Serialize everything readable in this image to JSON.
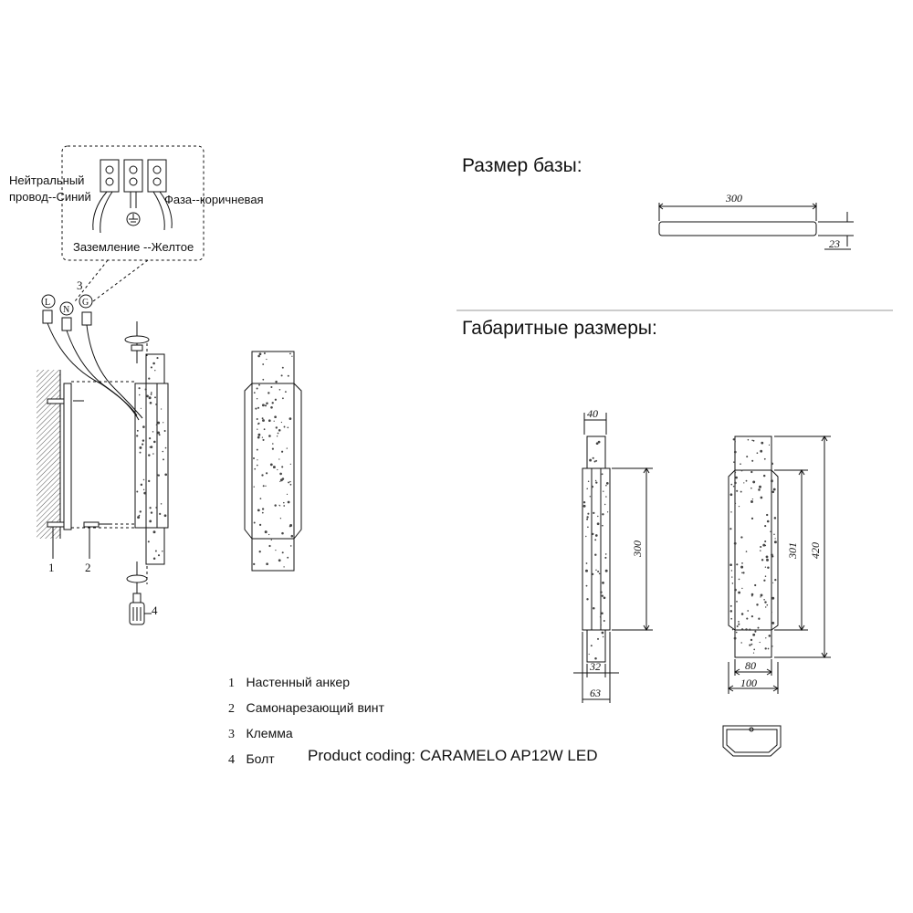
{
  "headings": {
    "base_size": "Размер базы:",
    "overall_dimensions": "Габаритные размеры:"
  },
  "wiring": {
    "neutral_line1": "Нейтральный",
    "neutral_line2": "провод--Синий",
    "phase": "Фаза--коричневая",
    "ground": "Заземление --Желтое",
    "terminal_letters": [
      "L",
      "N",
      "G"
    ]
  },
  "callouts": [
    "1",
    "2",
    "3",
    "4"
  ],
  "legend": [
    {
      "num": "1",
      "label": "Настенный анкер"
    },
    {
      "num": "2",
      "label": "Самонарезающий винт"
    },
    {
      "num": "3",
      "label": "Клемма"
    },
    {
      "num": "4",
      "label": "Болт"
    }
  ],
  "product_coding": "Product coding: CARAMELO AP12W LED",
  "dimensions": {
    "base_length": "300",
    "base_height": "23",
    "side_top_width": "40",
    "side_height": "300",
    "side_bottom_inner": "32",
    "side_bottom_outer": "63",
    "front_inner_height": "301",
    "front_total_height": "420",
    "front_inner_width": "80",
    "front_total_width": "100"
  },
  "colors": {
    "line": "#111111",
    "hatch": "#555555",
    "guide": "#999999",
    "speckle": "#444444"
  }
}
